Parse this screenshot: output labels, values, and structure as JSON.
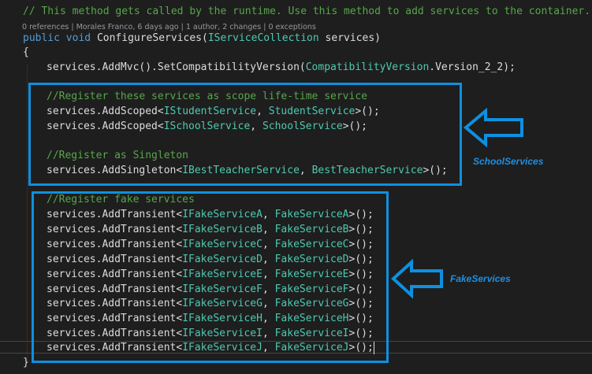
{
  "editor": {
    "comment_top": "// This method gets called by the runtime. Use this method to add services to the container.",
    "codelens": "0 references | Morales Franco, 6 days ago | 1 author, 2 changes | 0 exceptions",
    "sig_public": "public",
    "sig_void": "void",
    "sig_method": "ConfigureServices",
    "sig_open": "(",
    "sig_param_type": "IServiceCollection",
    "sig_param_name": "services",
    "sig_close": ")",
    "brace_open": "{",
    "brace_close": "}",
    "add_mvc": {
      "prefix": "services.AddMvc().SetCompatibilityVersion(",
      "type": "CompatibilityVersion",
      "suffix": ".Version_2_2);"
    },
    "comment_scope": "//Register these services as scope life-time service",
    "scoped": [
      {
        "prefix": "services.AddScoped<",
        "iface": "IStudentService",
        "sep": ", ",
        "impl": "StudentService",
        "suffix": ">();"
      },
      {
        "prefix": "services.AddScoped<",
        "iface": "ISchoolService",
        "sep": ", ",
        "impl": "SchoolService",
        "suffix": ">();"
      }
    ],
    "comment_singleton": "//Register as Singleton",
    "singleton": {
      "prefix": "services.AddSingleton<",
      "iface": "IBestTeacherService",
      "sep": ", ",
      "impl": "BestTeacherService",
      "suffix": ">();"
    },
    "comment_fake": "//Register fake services",
    "transient": [
      {
        "prefix": "services.AddTransient<",
        "iface": "IFakeServiceA",
        "sep": ", ",
        "impl": "FakeServiceA",
        "suffix": ">();"
      },
      {
        "prefix": "services.AddTransient<",
        "iface": "IFakeServiceB",
        "sep": ", ",
        "impl": "FakeServiceB",
        "suffix": ">();"
      },
      {
        "prefix": "services.AddTransient<",
        "iface": "IFakeServiceC",
        "sep": ", ",
        "impl": "FakeServiceC",
        "suffix": ">();"
      },
      {
        "prefix": "services.AddTransient<",
        "iface": "IFakeServiceD",
        "sep": ", ",
        "impl": "FakeServiceD",
        "suffix": ">();"
      },
      {
        "prefix": "services.AddTransient<",
        "iface": "IFakeServiceE",
        "sep": ", ",
        "impl": "FakeServiceE",
        "suffix": ">();"
      },
      {
        "prefix": "services.AddTransient<",
        "iface": "IFakeServiceF",
        "sep": ", ",
        "impl": "FakeServiceF",
        "suffix": ">();"
      },
      {
        "prefix": "services.AddTransient<",
        "iface": "IFakeServiceG",
        "sep": ", ",
        "impl": "FakeServiceG",
        "suffix": ">();"
      },
      {
        "prefix": "services.AddTransient<",
        "iface": "IFakeServiceH",
        "sep": ", ",
        "impl": "FakeServiceH",
        "suffix": ">();"
      },
      {
        "prefix": "services.AddTransient<",
        "iface": "IFakeServiceI",
        "sep": ", ",
        "impl": "FakeServiceI",
        "suffix": ">();"
      },
      {
        "prefix": "services.AddTransient<",
        "iface": "IFakeServiceJ",
        "sep": ", ",
        "impl": "FakeServiceJ",
        "suffix": ">();"
      }
    ]
  },
  "annotations": {
    "school_label": "SchoolServices",
    "fake_label": "FakeServices",
    "accent_color": "#0e90e0",
    "arrow_icon": "left-arrow-icon"
  },
  "colors": {
    "background": "#1e1e1e",
    "comment": "#57a64a",
    "keyword": "#569cd6",
    "type": "#4ec9b0",
    "text": "#dcdcdc"
  }
}
